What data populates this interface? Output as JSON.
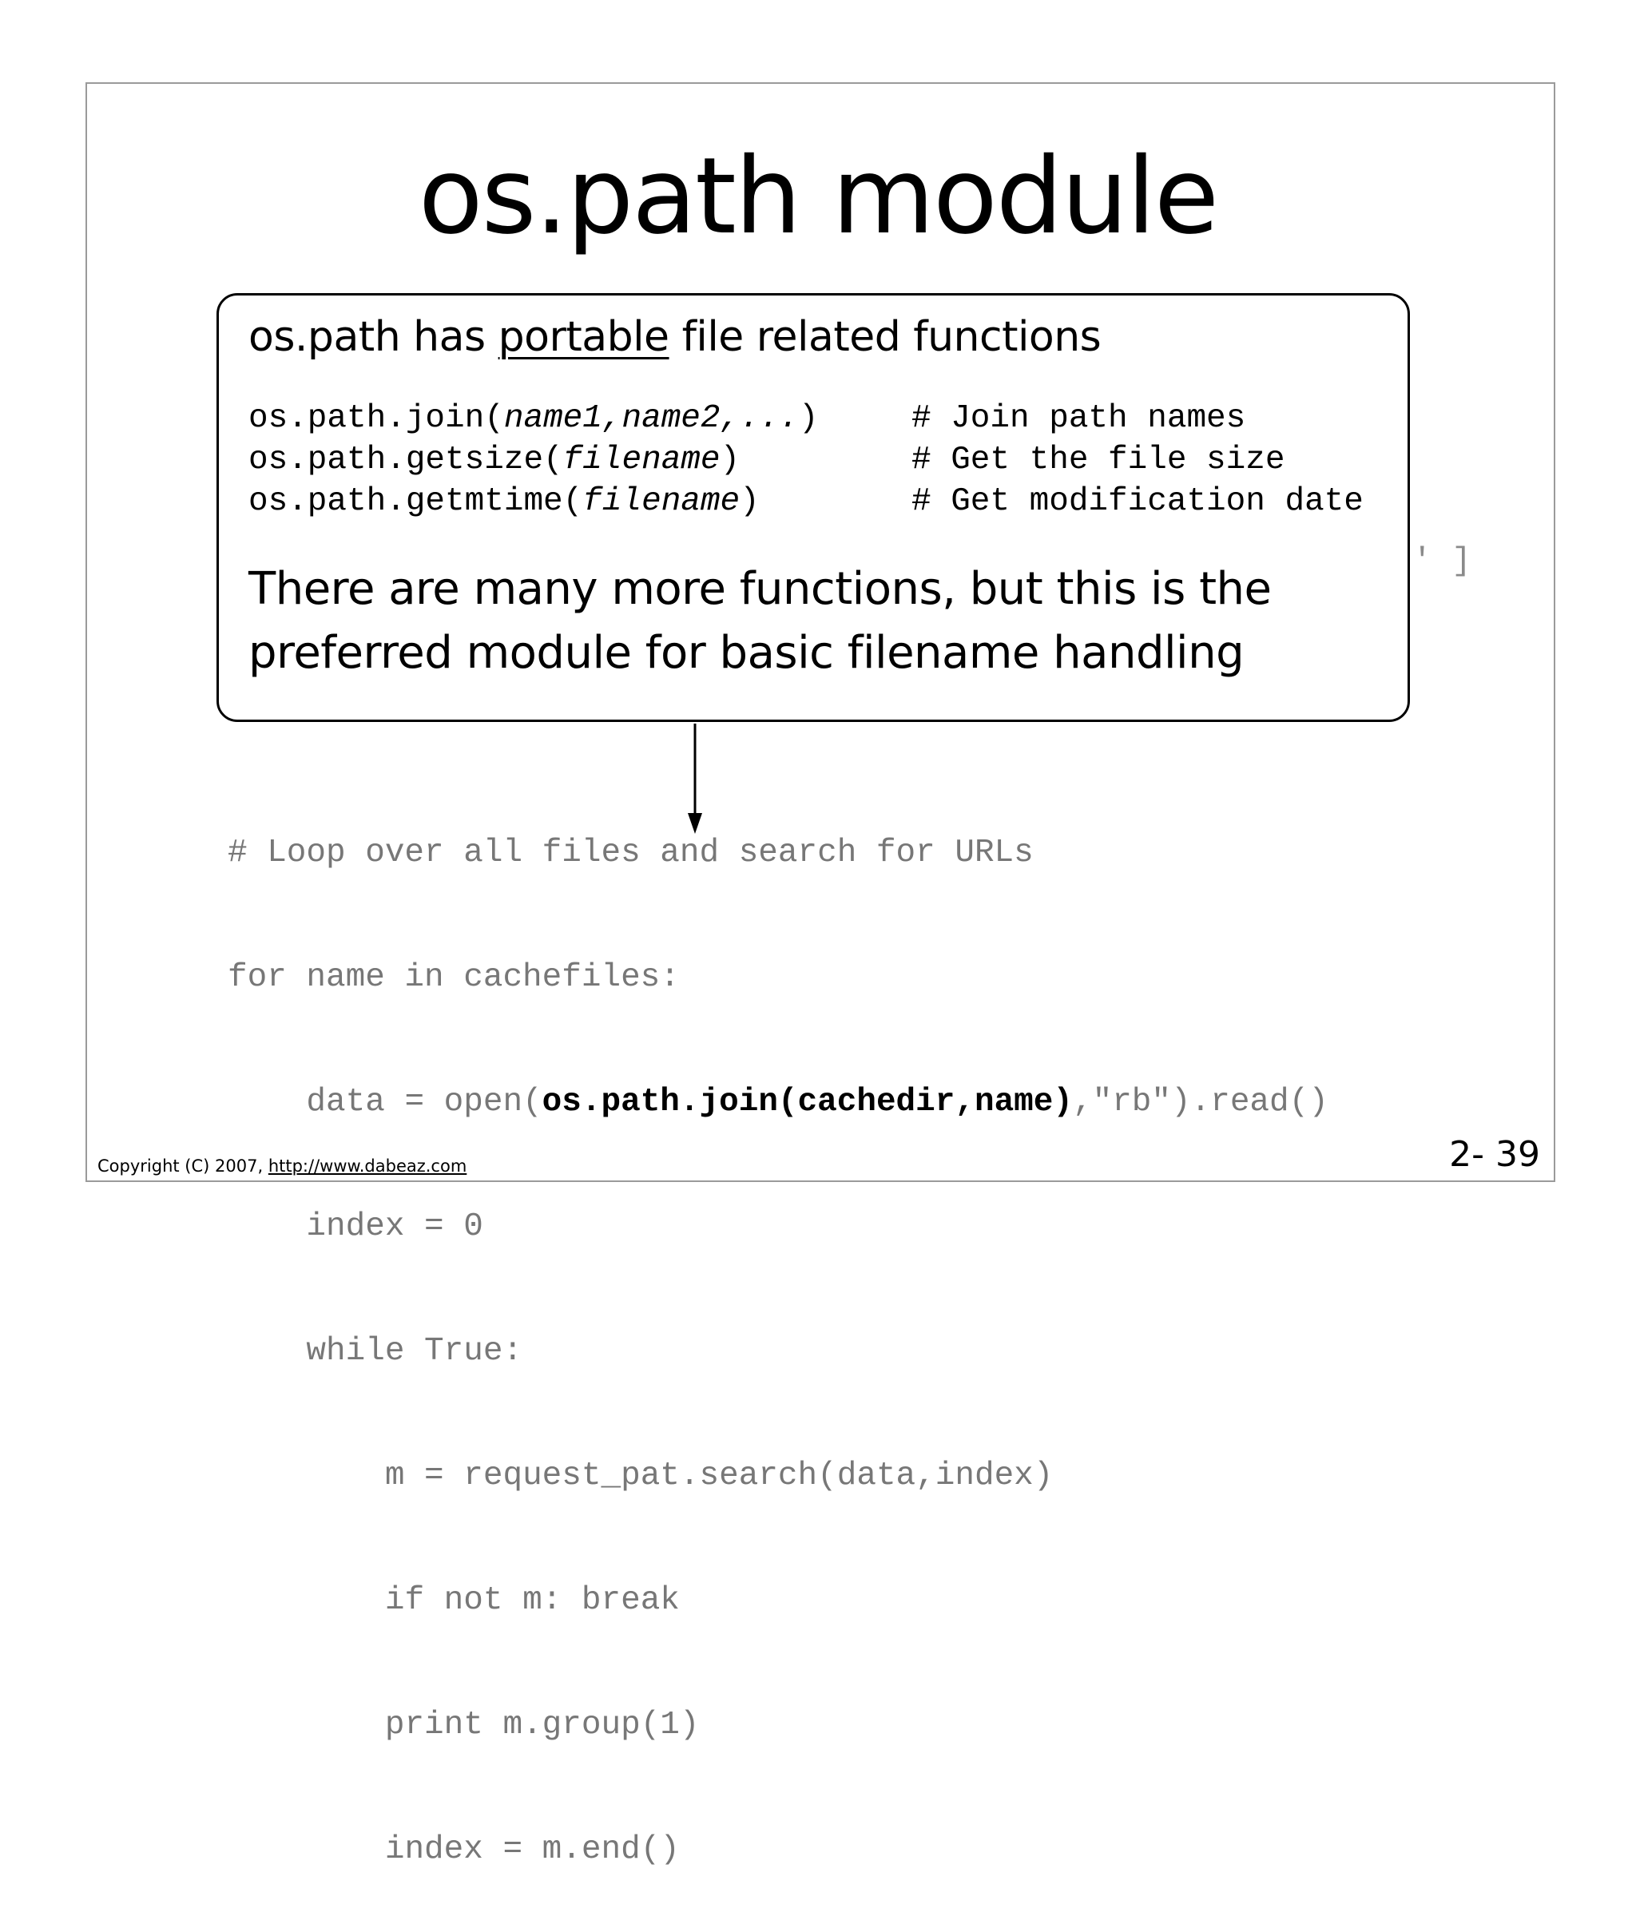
{
  "slide": {
    "title": "os.path module",
    "callout": {
      "heading_before": "os.path has ",
      "heading_emphasis": "portable",
      "heading_after": " file related functions",
      "functions": [
        {
          "prefix": "os.path.join(",
          "arg": "name1,name2,...",
          "suffix": ")",
          "comment": "# Join path names"
        },
        {
          "prefix": "os.path.getsize(",
          "arg": "filename",
          "suffix": ")",
          "comment": "# Get the file size"
        },
        {
          "prefix": "os.path.getmtime(",
          "arg": "filename",
          "suffix": ")",
          "comment": "# Get modification date"
        }
      ],
      "note": "There are many more functions, but this is the preferred module for basic filename handling"
    },
    "background_fragment": "' ]",
    "code_lines": [
      {
        "indent": "",
        "text": "# Loop over all files and search for URLs"
      },
      {
        "indent": "",
        "text": "for name in cachefiles:"
      },
      {
        "indent": "    ",
        "before": "data = open(",
        "highlight": "os.path.join(cachedir,name)",
        "after": ",\"rb\").read()"
      },
      {
        "indent": "    ",
        "text": "index = 0"
      },
      {
        "indent": "    ",
        "text": "while True:"
      },
      {
        "indent": "        ",
        "text": "m = request_pat.search(data,index)"
      },
      {
        "indent": "        ",
        "text": "if not m: break"
      },
      {
        "indent": "        ",
        "text": "print m.group(1)"
      },
      {
        "indent": "        ",
        "text": "index = m.end()"
      }
    ],
    "footer": {
      "copyright": "Copyright (C) 2007, ",
      "link": "http://www.dabeaz.com",
      "page_number": "2- 39"
    }
  }
}
